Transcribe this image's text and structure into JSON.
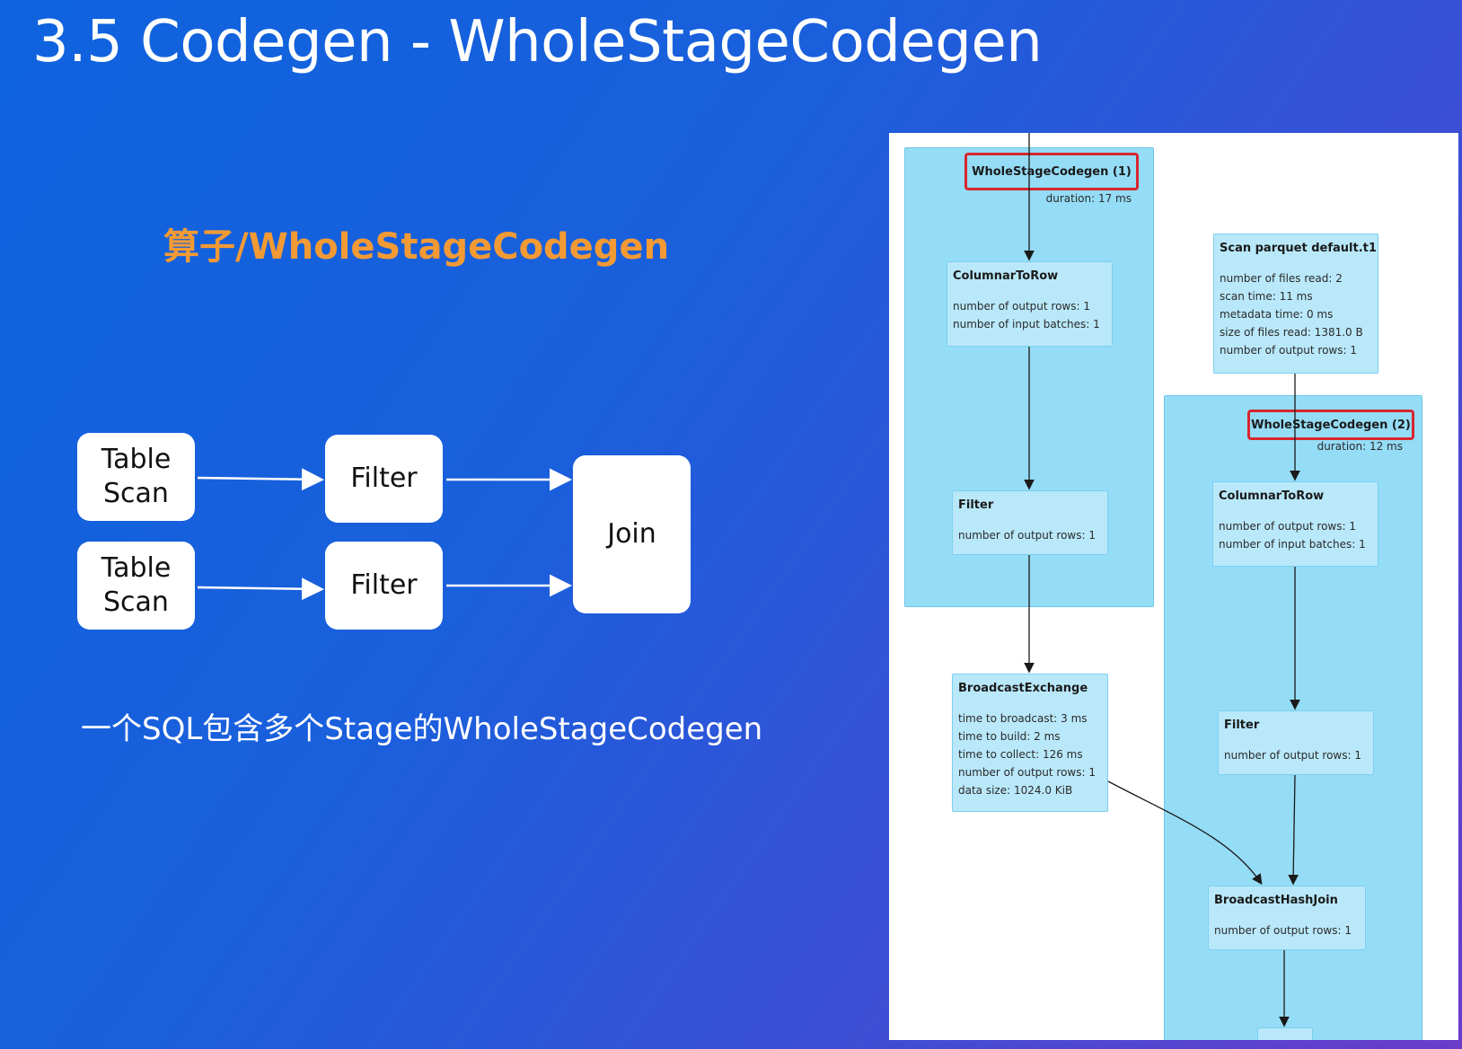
{
  "slide": {
    "title": "3.5 Codegen - WholeStageCodegen",
    "subtitle": "算子/WholeStageCodegen",
    "caption": "一个SQL包含多个Stage的WholeStageCodegen"
  },
  "operators": {
    "table_scan_1": "Table\nScan",
    "table_scan_2": "Table\nScan",
    "filter_1": "Filter",
    "filter_2": "Filter",
    "join": "Join"
  },
  "plan": {
    "stage1": {
      "label": "WholeStageCodegen (1)",
      "duration": "duration: 17 ms"
    },
    "stage2": {
      "label": "WholeStageCodegen (2)",
      "duration": "duration: 12 ms"
    },
    "nodes": {
      "columnar_to_row_1": {
        "title": "ColumnarToRow",
        "metrics": [
          "number of output rows: 1",
          "number of input batches: 1"
        ]
      },
      "filter_1": {
        "title": "Filter",
        "metrics": [
          "number of output rows: 1"
        ]
      },
      "broadcast_exchange": {
        "title": "BroadcastExchange",
        "metrics": [
          "time to broadcast: 3 ms",
          "time to build: 2 ms",
          "time to collect: 126 ms",
          "number of output rows: 1",
          "data size: 1024.0 KiB"
        ]
      },
      "scan_parquet": {
        "title": "Scan parquet default.t1",
        "metrics": [
          "number of files read: 2",
          "scan time: 11 ms",
          "metadata time: 0 ms",
          "size of files read: 1381.0 B",
          "number of output rows: 1"
        ]
      },
      "columnar_to_row_2": {
        "title": "ColumnarToRow",
        "metrics": [
          "number of output rows: 1",
          "number of input batches: 1"
        ]
      },
      "filter_2": {
        "title": "Filter",
        "metrics": [
          "number of output rows: 1"
        ]
      },
      "broadcast_hash_join": {
        "title": "BroadcastHashJoin",
        "metrics": [
          "number of output rows: 1"
        ]
      }
    }
  },
  "colors": {
    "background_start": "#0f63de",
    "background_end": "#6a3cc9",
    "subtitle": "#f39a35",
    "stage_fill": "#95dcf6",
    "node_fill": "#b9e8fa",
    "highlight_border": "#d7262e"
  }
}
